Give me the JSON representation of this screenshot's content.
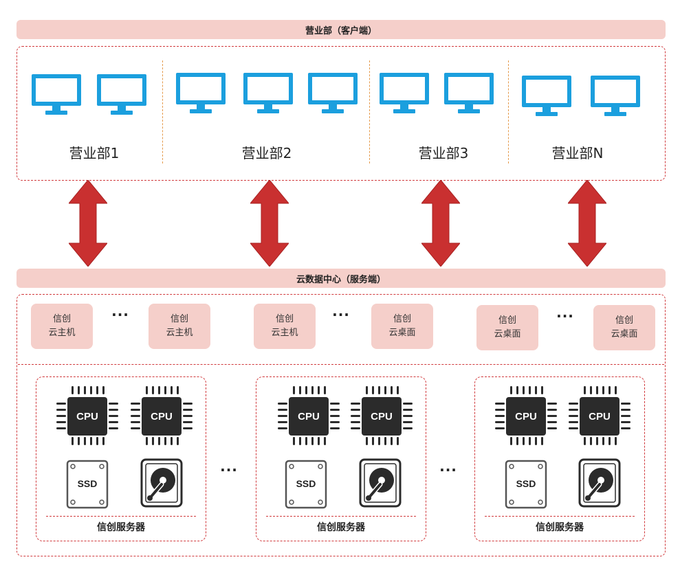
{
  "client_title": "营业部（客户端）",
  "departments": [
    "营业部1",
    "营业部2",
    "营业部3",
    "营业部N"
  ],
  "dc_title": "云数据中心（服务端）",
  "vms": [
    {
      "line1": "信创",
      "line2": "云主机"
    },
    {
      "line1": "信创",
      "line2": "云主机"
    },
    {
      "line1": "信创",
      "line2": "云主机"
    },
    {
      "line1": "信创",
      "line2": "云桌面"
    },
    {
      "line1": "信创",
      "line2": "云桌面"
    },
    {
      "line1": "信创",
      "line2": "云桌面"
    }
  ],
  "ellipsis": "···",
  "cpu_label": "CPU",
  "ssd_label": "SSD",
  "server_label": "信创服务器",
  "colors": {
    "accent_red": "#d0383b",
    "band_pink": "#f5cfca",
    "monitor_blue": "#1b9fde",
    "arrow_red": "#c93030",
    "separator_orange": "#e59a4b"
  }
}
